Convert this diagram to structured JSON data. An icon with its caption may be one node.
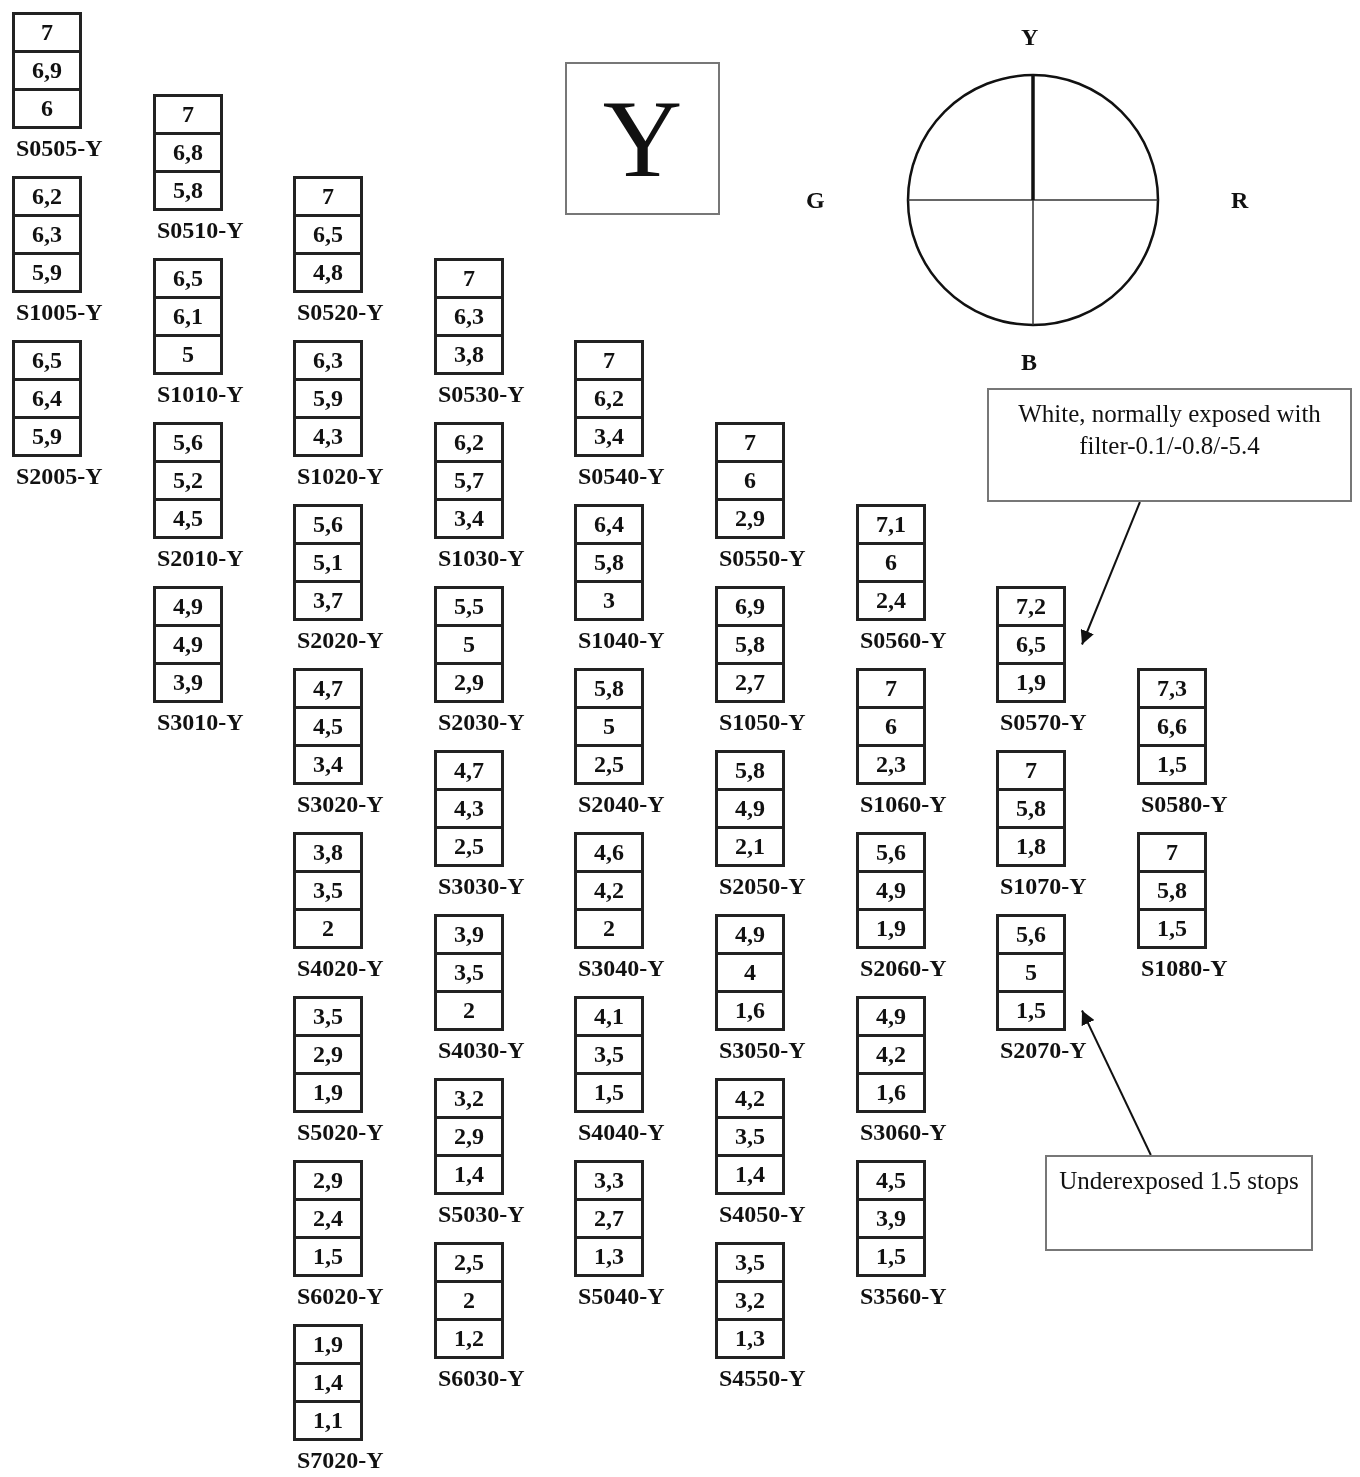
{
  "diagram": {
    "nodes": [
      {
        "text": [
          "Y"
        ]
      },
      {
        "text": [
          "White, normally exposed with filter-0.1/-0.8/-5.4"
        ]
      },
      {
        "text": [
          "Underexposed 1.5 stops"
        ]
      },
      {
        "text": [
          "S0505-Y"
        ]
      },
      {
        "text": [
          "7"
        ],
        "in": 3
      },
      {
        "text": [
          "6,9"
        ],
        "in": 3
      },
      {
        "text": [
          "6"
        ],
        "in": 3
      },
      {
        "text": [
          "S1005-Y"
        ]
      },
      {
        "text": [
          "6,2"
        ],
        "in": 7
      },
      {
        "text": [
          "6,3"
        ],
        "in": 7
      },
      {
        "text": [
          "5,9"
        ],
        "in": 7
      },
      {
        "text": [
          "S2005-Y"
        ]
      },
      {
        "text": [
          "6,5"
        ],
        "in": 11
      },
      {
        "text": [
          "6,4"
        ],
        "in": 11
      },
      {
        "text": [
          "5,9"
        ],
        "in": 11
      },
      {
        "text": [
          "S0510-Y"
        ]
      },
      {
        "text": [
          "7"
        ],
        "in": 15
      },
      {
        "text": [
          "6,8"
        ],
        "in": 15
      },
      {
        "text": [
          "5,8"
        ],
        "in": 15
      },
      {
        "text": [
          "S1010-Y"
        ]
      },
      {
        "text": [
          "6,5"
        ],
        "in": 19
      },
      {
        "text": [
          "6,1"
        ],
        "in": 19
      },
      {
        "text": [
          "5"
        ],
        "in": 19
      },
      {
        "text": [
          "S2010-Y"
        ]
      },
      {
        "text": [
          "5,6"
        ],
        "in": 23
      },
      {
        "text": [
          "5,2"
        ],
        "in": 23
      },
      {
        "text": [
          "4,5"
        ],
        "in": 23
      },
      {
        "text": [
          "S3010-Y"
        ]
      },
      {
        "text": [
          "4,9"
        ],
        "in": 27
      },
      {
        "text": [
          "4,9"
        ],
        "in": 27
      },
      {
        "text": [
          "3,9"
        ],
        "in": 27
      },
      {
        "text": [
          "S0520-Y"
        ]
      },
      {
        "text": [
          "7"
        ],
        "in": 31
      },
      {
        "text": [
          "6,5"
        ],
        "in": 31
      },
      {
        "text": [
          "4,8"
        ],
        "in": 31
      },
      {
        "text": [
          "S1020-Y"
        ]
      },
      {
        "text": [
          "6,3"
        ],
        "in": 35
      },
      {
        "text": [
          "5,9"
        ],
        "in": 35
      },
      {
        "text": [
          "4,3"
        ],
        "in": 35
      },
      {
        "text": [
          "S2020-Y"
        ]
      },
      {
        "text": [
          "5,6"
        ],
        "in": 39
      },
      {
        "text": [
          "5,1"
        ],
        "in": 39
      },
      {
        "text": [
          "3,7"
        ],
        "in": 39
      },
      {
        "text": [
          "S3020-Y"
        ]
      },
      {
        "text": [
          "4,7"
        ],
        "in": 43
      },
      {
        "text": [
          "4,5"
        ],
        "in": 43
      },
      {
        "text": [
          "3,4"
        ],
        "in": 43
      },
      {
        "text": [
          "S4020-Y"
        ]
      },
      {
        "text": [
          "3,8"
        ],
        "in": 47
      },
      {
        "text": [
          "3,5"
        ],
        "in": 47
      },
      {
        "text": [
          "2"
        ],
        "in": 47
      },
      {
        "text": [
          "S5020-Y"
        ]
      },
      {
        "text": [
          "3,5"
        ],
        "in": 51
      },
      {
        "text": [
          "2,9"
        ],
        "in": 51
      },
      {
        "text": [
          "1,9"
        ],
        "in": 51
      },
      {
        "text": [
          "S6020-Y"
        ]
      },
      {
        "text": [
          "2,9"
        ],
        "in": 55
      },
      {
        "text": [
          "2,4"
        ],
        "in": 55
      },
      {
        "text": [
          "1,5"
        ],
        "in": 55
      },
      {
        "text": [
          "S7020-Y"
        ]
      },
      {
        "text": [
          "1,9"
        ],
        "in": 59
      },
      {
        "text": [
          "1,4"
        ],
        "in": 59
      },
      {
        "text": [
          "1,1"
        ],
        "in": 59
      },
      {
        "text": [
          "S0530-Y"
        ]
      },
      {
        "text": [
          "7"
        ],
        "in": 63
      },
      {
        "text": [
          "6,3"
        ],
        "in": 63
      },
      {
        "text": [
          "3,8"
        ],
        "in": 63
      },
      {
        "text": [
          "S1030-Y"
        ]
      },
      {
        "text": [
          "6,2"
        ],
        "in": 67
      },
      {
        "text": [
          "5,7"
        ],
        "in": 67
      },
      {
        "text": [
          "3,4"
        ],
        "in": 67
      },
      {
        "text": [
          "S2030-Y"
        ]
      },
      {
        "text": [
          "5,5"
        ],
        "in": 71
      },
      {
        "text": [
          "5"
        ],
        "in": 71
      },
      {
        "text": [
          "2,9"
        ],
        "in": 71
      },
      {
        "text": [
          "S3030-Y"
        ]
      },
      {
        "text": [
          "4,7"
        ],
        "in": 75
      },
      {
        "text": [
          "4,3"
        ],
        "in": 75
      },
      {
        "text": [
          "2,5"
        ],
        "in": 75
      },
      {
        "text": [
          "S4030-Y"
        ]
      },
      {
        "text": [
          "3,9"
        ],
        "in": 79
      },
      {
        "text": [
          "3,5"
        ],
        "in": 79
      },
      {
        "text": [
          "2"
        ],
        "in": 79
      },
      {
        "text": [
          "S5030-Y"
        ]
      },
      {
        "text": [
          "3,2"
        ],
        "in": 83
      },
      {
        "text": [
          "2,9"
        ],
        "in": 83
      },
      {
        "text": [
          "1,4"
        ],
        "in": 83
      },
      {
        "text": [
          "S6030-Y"
        ]
      },
      {
        "text": [
          "2,5"
        ],
        "in": 87
      },
      {
        "text": [
          "2"
        ],
        "in": 87
      },
      {
        "text": [
          "1,2"
        ],
        "in": 87
      },
      {
        "text": [
          "S0540-Y"
        ]
      },
      {
        "text": [
          "7"
        ],
        "in": 91
      },
      {
        "text": [
          "6,2"
        ],
        "in": 91
      },
      {
        "text": [
          "3,4"
        ],
        "in": 91
      },
      {
        "text": [
          "S1040-Y"
        ]
      },
      {
        "text": [
          "6,4"
        ],
        "in": 95
      },
      {
        "text": [
          "5,8"
        ],
        "in": 95
      },
      {
        "text": [
          "3"
        ],
        "in": 95
      },
      {
        "text": [
          "S2040-Y"
        ]
      },
      {
        "text": [
          "5,8"
        ],
        "in": 99
      },
      {
        "text": [
          "5"
        ],
        "in": 99
      },
      {
        "text": [
          "2,5"
        ],
        "in": 99
      },
      {
        "text": [
          "S3040-Y"
        ]
      },
      {
        "text": [
          "4,6"
        ],
        "in": 103
      },
      {
        "text": [
          "4,2"
        ],
        "in": 103
      },
      {
        "text": [
          "2"
        ],
        "in": 103
      },
      {
        "text": [
          "S4040-Y"
        ]
      },
      {
        "text": [
          "4,1"
        ],
        "in": 107
      },
      {
        "text": [
          "3,5"
        ],
        "in": 107
      },
      {
        "text": [
          "1,5"
        ],
        "in": 107
      },
      {
        "text": [
          "S5040-Y"
        ]
      },
      {
        "text": [
          "3,3"
        ],
        "in": 111
      },
      {
        "text": [
          "2,7"
        ],
        "in": 111
      },
      {
        "text": [
          "1,3"
        ],
        "in": 111
      },
      {
        "text": [
          "S0550-Y"
        ]
      },
      {
        "text": [
          "7"
        ],
        "in": 115
      },
      {
        "text": [
          "6"
        ],
        "in": 115
      },
      {
        "text": [
          "2,9"
        ],
        "in": 115
      },
      {
        "text": [
          "S1050-Y"
        ]
      },
      {
        "text": [
          "6,9"
        ],
        "in": 119
      },
      {
        "text": [
          "5,8"
        ],
        "in": 119
      },
      {
        "text": [
          "2,7"
        ],
        "in": 119
      },
      {
        "text": [
          "S2050-Y"
        ]
      },
      {
        "text": [
          "5,8"
        ],
        "in": 123
      },
      {
        "text": [
          "4,9"
        ],
        "in": 123
      },
      {
        "text": [
          "2,1"
        ],
        "in": 123
      },
      {
        "text": [
          "S3050-Y"
        ]
      },
      {
        "text": [
          "4,9"
        ],
        "in": 127
      },
      {
        "text": [
          "4"
        ],
        "in": 127
      },
      {
        "text": [
          "1,6"
        ],
        "in": 127
      },
      {
        "text": [
          "S4050-Y"
        ]
      },
      {
        "text": [
          "4,2"
        ],
        "in": 131
      },
      {
        "text": [
          "3,5"
        ],
        "in": 131
      },
      {
        "text": [
          "1,4"
        ],
        "in": 131
      },
      {
        "text": [
          "S4550-Y"
        ]
      },
      {
        "text": [
          "3,5"
        ],
        "in": 135
      },
      {
        "text": [
          "3,2"
        ],
        "in": 135
      },
      {
        "text": [
          "1,3"
        ],
        "in": 135
      },
      {
        "text": [
          "S0560-Y"
        ]
      },
      {
        "text": [
          "7,1"
        ],
        "in": 139
      },
      {
        "text": [
          "6"
        ],
        "in": 139
      },
      {
        "text": [
          "2,4"
        ],
        "in": 139
      },
      {
        "text": [
          "S1060-Y"
        ]
      },
      {
        "text": [
          "7"
        ],
        "in": 143
      },
      {
        "text": [
          "6"
        ],
        "in": 143
      },
      {
        "text": [
          "2,3"
        ],
        "in": 143
      },
      {
        "text": [
          "S2060-Y"
        ]
      },
      {
        "text": [
          "5,6"
        ],
        "in": 147
      },
      {
        "text": [
          "4,9"
        ],
        "in": 147
      },
      {
        "text": [
          "1,9"
        ],
        "in": 147
      },
      {
        "text": [
          "S3060-Y"
        ]
      },
      {
        "text": [
          "4,9"
        ],
        "in": 151
      },
      {
        "text": [
          "4,2"
        ],
        "in": 151
      },
      {
        "text": [
          "1,6"
        ],
        "in": 151
      },
      {
        "text": [
          "S3560-Y"
        ]
      },
      {
        "text": [
          "4,5"
        ],
        "in": 155
      },
      {
        "text": [
          "3,9"
        ],
        "in": 155
      },
      {
        "text": [
          "1,5"
        ],
        "in": 155
      },
      {
        "text": [
          "S0570-Y"
        ]
      },
      {
        "text": [
          "7,2"
        ],
        "in": 159
      },
      {
        "text": [
          "6,5"
        ],
        "in": 159
      },
      {
        "text": [
          "1,9"
        ],
        "in": 159
      },
      {
        "text": [
          "S1070-Y"
        ]
      },
      {
        "text": [
          "7"
        ],
        "in": 163
      },
      {
        "text": [
          "5,8"
        ],
        "in": 163
      },
      {
        "text": [
          "1,8"
        ],
        "in": 163
      },
      {
        "text": [
          "S2070-Y"
        ]
      },
      {
        "text": [
          "5,6"
        ],
        "in": 167
      },
      {
        "text": [
          "5"
        ],
        "in": 167
      },
      {
        "text": [
          "1,5"
        ],
        "in": 167
      },
      {
        "text": [
          "S0580-Y"
        ]
      },
      {
        "text": [
          "7,3"
        ],
        "in": 171
      },
      {
        "text": [
          "6,6"
        ],
        "in": 171
      },
      {
        "text": [
          "1,5"
        ],
        "in": 171
      },
      {
        "text": [
          "S1080-Y"
        ]
      },
      {
        "text": [
          "7"
        ],
        "in": 175
      },
      {
        "text": [
          "5,8"
        ],
        "in": 175
      },
      {
        "text": [
          "1,5"
        ],
        "in": 175
      }
    ],
    "edges": [
      {
        "from": 1,
        "to": 161,
        "arrow": "to"
      },
      {
        "from": 2,
        "to": 170,
        "arrow": "to"
      }
    ],
    "labels": [
      "Y",
      "G",
      "R",
      "B"
    ]
  }
}
